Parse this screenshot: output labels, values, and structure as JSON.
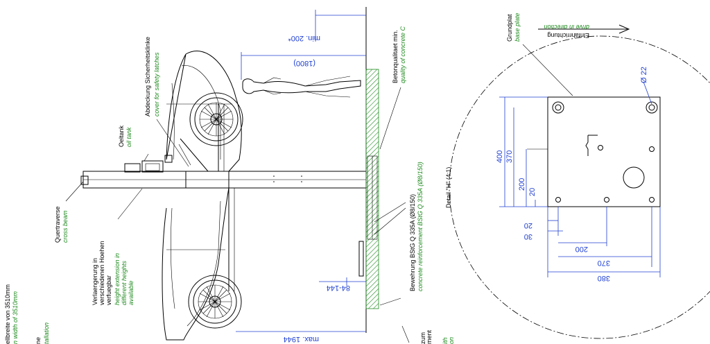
{
  "labels": {
    "oil_tank_de": "Oeltank",
    "oil_tank_en": "oil tank",
    "safety_latch_de": "Abdeckung Sicherheitsklinke",
    "safety_latch_en": "cover for safety latches",
    "cross_beam_de": "Quertraverse",
    "cross_beam_en": "cross beam",
    "ext_de_1": "Verlaengerung in",
    "ext_de_2": "verschiedenen Hoehen",
    "ext_de_3": "verfuegbar",
    "ext_en_1": "height extension in",
    "ext_en_2": "different heights",
    "ext_en_3": "available",
    "concrete_quality_de": "Betonqualitaet min.",
    "concrete_quality_en": "quality of concrete C",
    "reinforcement_de": "Bewehrung BStG Q 335A (Ø8/150)",
    "reinforcement_en": "concrete reinforcement BStG Q 335A (Ø8/150)",
    "detail_h": "Detail \"H\" (4:1)",
    "base_plate_de": "Grundplat",
    "base_plate_en": "base plate",
    "drive_de": "Einfahrrichtung",
    "drive_en": "drive in direction",
    "width_de": "ellbreite von 3510mm",
    "width_en": "n width of 3510mm",
    "installation_en": "tallation",
    "frag_ne": "ne",
    "frag_zum": "zum",
    "frag_ment": "ment",
    "frag_ith": "ith",
    "frag_on": "on"
  },
  "dimensions": {
    "min_200": "min. 200*",
    "d_1800": "(1800)",
    "d_84_144": "84-144",
    "max_1944": "max. 1944",
    "d_400": "400",
    "d_370": "370",
    "d_200": "200",
    "d_20": "20",
    "d_30": "30",
    "d_20b": "20",
    "d_200b": "200",
    "d_370b": "370",
    "d_380": "380",
    "d_22": "Ø 22"
  },
  "colors": {
    "dimension_blue": "#1f3fd0",
    "english_green": "#1e8a1e",
    "hatch_green": "#1e8a1e"
  }
}
